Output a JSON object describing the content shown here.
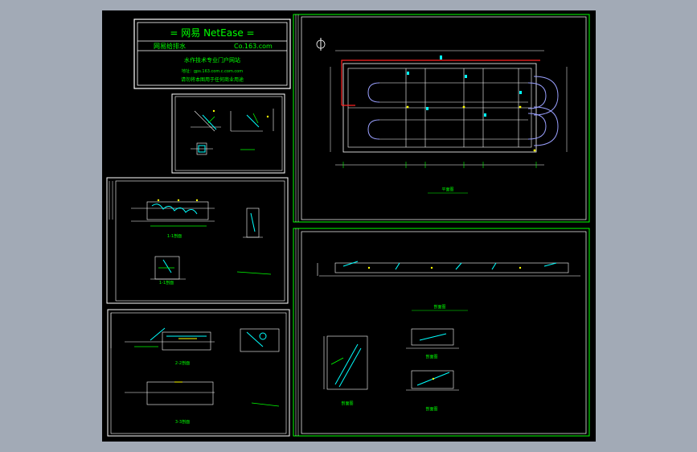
{
  "title_block": {
    "heading": "= 网易 NetEase =",
    "left_label": "网易给排水",
    "right_label": "Co.163.com",
    "line1": "水作技术专业门户网站",
    "line2": "地址：gps.163.com.c.com.com",
    "line3": "请勿将本图用于任何商业用途"
  },
  "sheets": {
    "sheet_a": {
      "caption": ""
    },
    "sheet_b": {
      "caption_1": "1-1剖面",
      "caption_2": "1-1剖面"
    },
    "sheet_c": {
      "caption_1": "2-2剖面",
      "caption_2": "3-3剖面"
    },
    "plan": {
      "north_symbol": "N",
      "caption": "平面图"
    },
    "section": {
      "caption_main": "剖面图",
      "caption_1": "剖面图",
      "caption_2": "剖面图",
      "caption_3": "剖面图"
    }
  },
  "colors": {
    "background": "#a2aab6",
    "canvas": "#000000",
    "frame": "#ffffff",
    "green": "#00ff00",
    "cyan": "#00ffff",
    "yellow": "#ffff00",
    "red": "#ff2020",
    "blue": "#4060ff"
  }
}
